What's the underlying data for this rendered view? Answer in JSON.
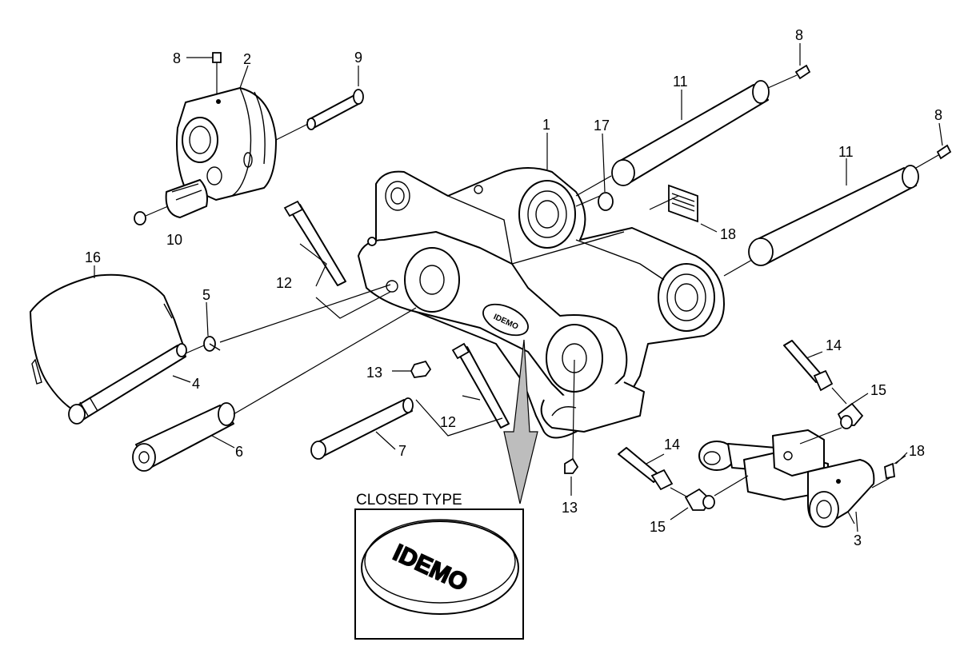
{
  "diagram": {
    "callouts": {
      "c1": "1",
      "c2": "2",
      "c3": "3",
      "c4": "4",
      "c5": "5",
      "c6": "6",
      "c7": "7",
      "c8a": "8",
      "c8b": "8",
      "c8c": "8",
      "c9": "9",
      "c10": "10",
      "c11a": "11",
      "c11b": "11",
      "c12a": "12",
      "c12b": "12",
      "c13a": "13",
      "c13b": "13",
      "c14a": "14",
      "c14b": "14",
      "c15a": "15",
      "c15b": "15",
      "c16": "16",
      "c17": "17",
      "c18a": "18",
      "c18b": "18"
    },
    "inset": {
      "title": "CLOSED TYPE"
    },
    "logo_text": "IDEMO"
  }
}
